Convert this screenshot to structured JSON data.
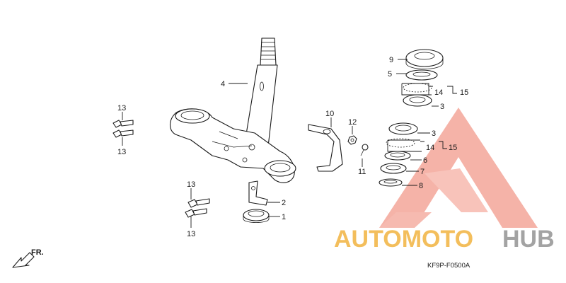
{
  "diagram": {
    "code": "KF9P-F0500A",
    "front_arrow_label": "FR.",
    "callouts": {
      "c1": "1",
      "c2": "2",
      "c3a": "3",
      "c3b": "3",
      "c4": "4",
      "c5": "5",
      "c6": "6",
      "c7": "7",
      "c8": "8",
      "c9": "9",
      "c10": "10",
      "c11": "11",
      "c12": "12",
      "c13a": "13",
      "c13b": "13",
      "c13c": "13",
      "c13d": "13",
      "c14a": "14",
      "c14b": "14",
      "c15a": "15",
      "c15b": "15"
    }
  },
  "watermark": {
    "word1": "AUTOMOTO",
    "word2": "HUB",
    "colors": {
      "accent_red": "#f08070",
      "accent_orange": "#f2b84b",
      "accent_gray": "#9a9a9a"
    }
  }
}
